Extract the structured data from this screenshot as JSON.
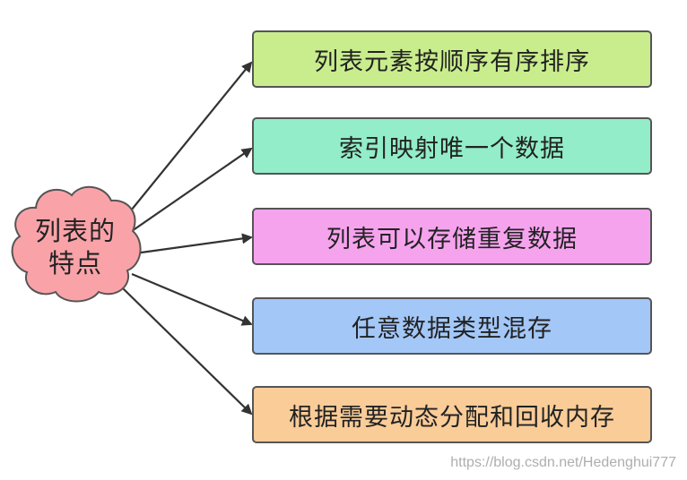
{
  "center": {
    "line1": "列表的",
    "line2": "特点",
    "color": "#f9a3a8"
  },
  "features": [
    {
      "label": "列表元素按顺序有序排序",
      "color": "#c9ed8c"
    },
    {
      "label": "索引映射唯一个数据",
      "color": "#92edc8"
    },
    {
      "label": "列表可以存储重复数据",
      "color": "#f6a3ee"
    },
    {
      "label": "任意数据类型混存",
      "color": "#a3c7f7"
    },
    {
      "label": "根据需要动态分配和回收内存",
      "color": "#f9cc98"
    }
  ],
  "watermark": "https://blog.csdn.net/Hedenghui777",
  "colors": {
    "arrow": "#333333",
    "border": "#555555"
  }
}
